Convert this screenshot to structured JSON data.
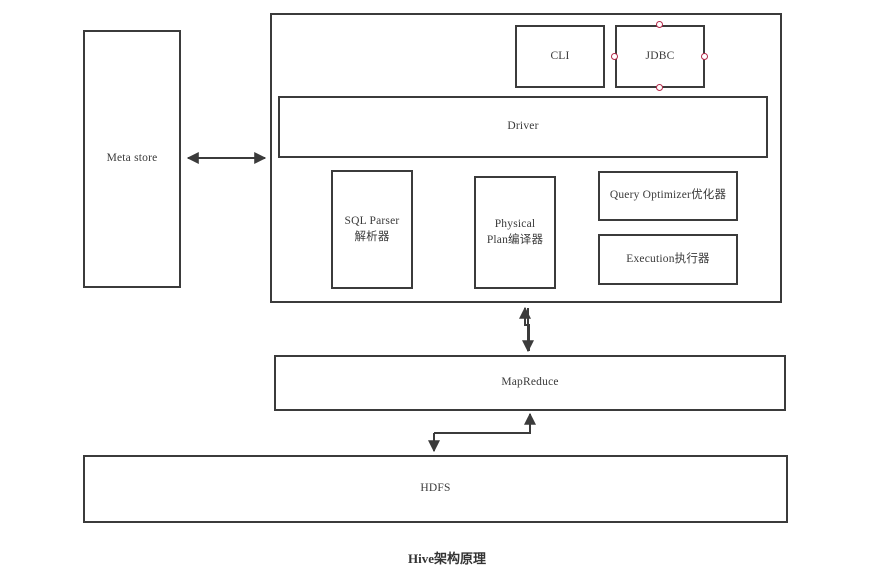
{
  "diagram": {
    "title": "Hive架构原理",
    "background_color": "#ffffff",
    "line_color": "#3b3b3b",
    "text_color": "#3a3a3a",
    "anchor_color": "#b5294a"
  },
  "nodes": {
    "metastore": {
      "label": "Meta store"
    },
    "hive_container": {
      "label": ""
    },
    "cli": {
      "label": "CLI"
    },
    "jdbc": {
      "label": "JDBC"
    },
    "driver": {
      "label": "Driver"
    },
    "sql_parser": {
      "label": "SQL Parser\n解析器"
    },
    "physical_plan": {
      "label": "Physical\nPlan编译器"
    },
    "query_optimizer": {
      "label": "Query Optimizer优化器"
    },
    "execution": {
      "label": "Execution执行器"
    },
    "mapreduce": {
      "label": "MapReduce"
    },
    "hdfs": {
      "label": "HDFS"
    }
  },
  "connectors": [
    {
      "name": "metastore-to-hive",
      "type": "double-arrow",
      "orientation": "horizontal"
    },
    {
      "name": "hive-to-mapreduce-up",
      "type": "arrow",
      "orientation": "vertical-up"
    },
    {
      "name": "hive-to-mapreduce-down",
      "type": "arrow",
      "orientation": "vertical-down"
    },
    {
      "name": "mapreduce-to-hdfs-down",
      "type": "arrow",
      "orientation": "vertical-down"
    },
    {
      "name": "hdfs-to-mapreduce-up",
      "type": "arrow",
      "orientation": "vertical-up"
    }
  ],
  "anchors": {
    "jdbc": [
      {
        "name": "jdbc-anchor-top",
        "position": "top"
      },
      {
        "name": "jdbc-anchor-left",
        "position": "left"
      },
      {
        "name": "jdbc-anchor-right",
        "position": "right"
      },
      {
        "name": "jdbc-anchor-bottom",
        "position": "bottom"
      }
    ]
  }
}
